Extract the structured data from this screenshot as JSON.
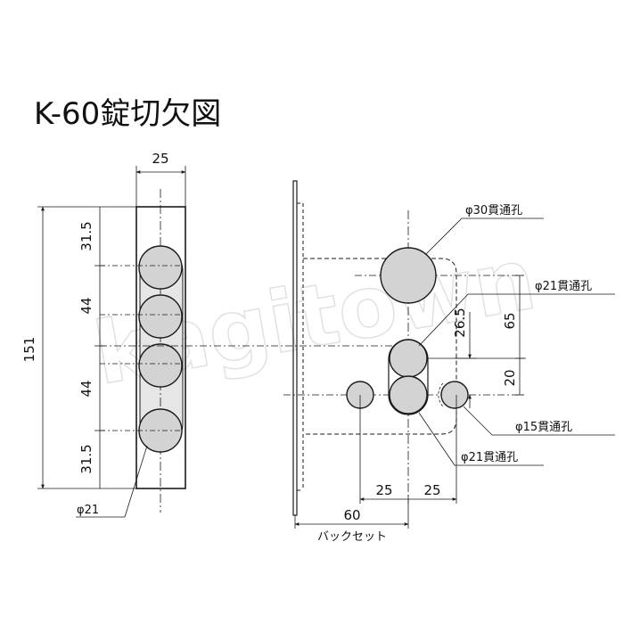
{
  "title": "K-60錠切欠図",
  "watermark": "kagitown",
  "left_view": {
    "width_dim": "25",
    "total_height_dim": "151",
    "segments": [
      "31.5",
      "44",
      "44",
      "31.5"
    ],
    "hole_label": "φ21"
  },
  "right_view": {
    "large_hole_label": "φ30貫通孔",
    "upper_small_hole_label": "φ21貫通孔",
    "side_hole_label": "φ15貫通孔",
    "lower_small_hole_label": "φ21貫通孔",
    "dim_26_5": "26.5",
    "dim_65": "65",
    "dim_20": "20",
    "dim_25_left": "25",
    "dim_25_right": "25",
    "dim_backset": "60",
    "backset_label": "バックセット"
  },
  "colors": {
    "hole_fill": "#d3d3d3",
    "line": "#1a1a1a"
  }
}
